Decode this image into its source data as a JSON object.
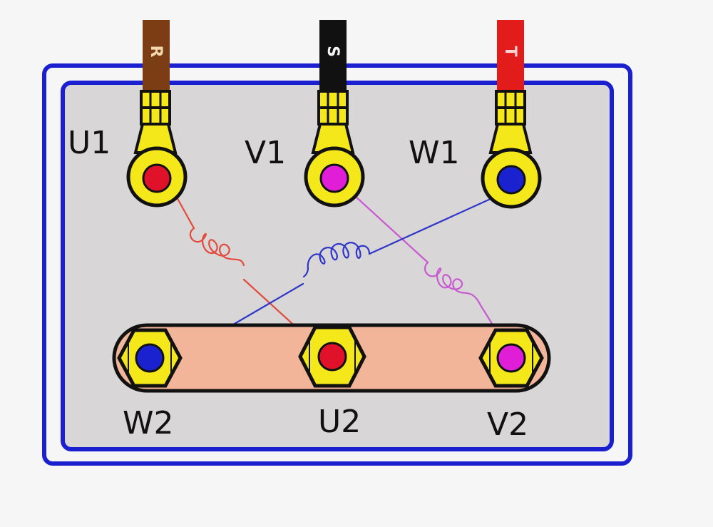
{
  "colors": {
    "background": "#f6f6f6",
    "box_border": "#1a1fd0",
    "panel_fill": "#d8d6d6",
    "terminal_yellow": "#f4e81a",
    "outline": "#111111",
    "bar_fill": "#f2b59a",
    "wire_red": "#e24a3c",
    "wire_blue": "#2f36c8",
    "wire_magenta": "#c85ad2"
  },
  "supply_leads": [
    {
      "letter": "R",
      "color": "#7a3d14",
      "text_color": "#f3d9b0"
    },
    {
      "letter": "S",
      "color": "#111111",
      "text_color": "#f2f2f2"
    },
    {
      "letter": "T",
      "color": "#e21b1b",
      "text_color": "#ffd6d6"
    }
  ],
  "top_terminals": [
    {
      "label": "U1",
      "dot_color": "#e0122a"
    },
    {
      "label": "V1",
      "dot_color": "#e01ed8"
    },
    {
      "label": "W1",
      "dot_color": "#1a22cf"
    }
  ],
  "bottom_terminals": [
    {
      "label": "W2",
      "dot_color": "#1a22cf"
    },
    {
      "label": "U2",
      "dot_color": "#e0122a"
    },
    {
      "label": "V2",
      "dot_color": "#e01ed8"
    }
  ],
  "windings": [
    {
      "from": "U1",
      "to": "U2",
      "color": "#e24a3c"
    },
    {
      "from": "V1",
      "to": "V2",
      "color": "#c85ad2"
    },
    {
      "from": "W1",
      "to": "W2",
      "color": "#2f36c8"
    }
  ]
}
